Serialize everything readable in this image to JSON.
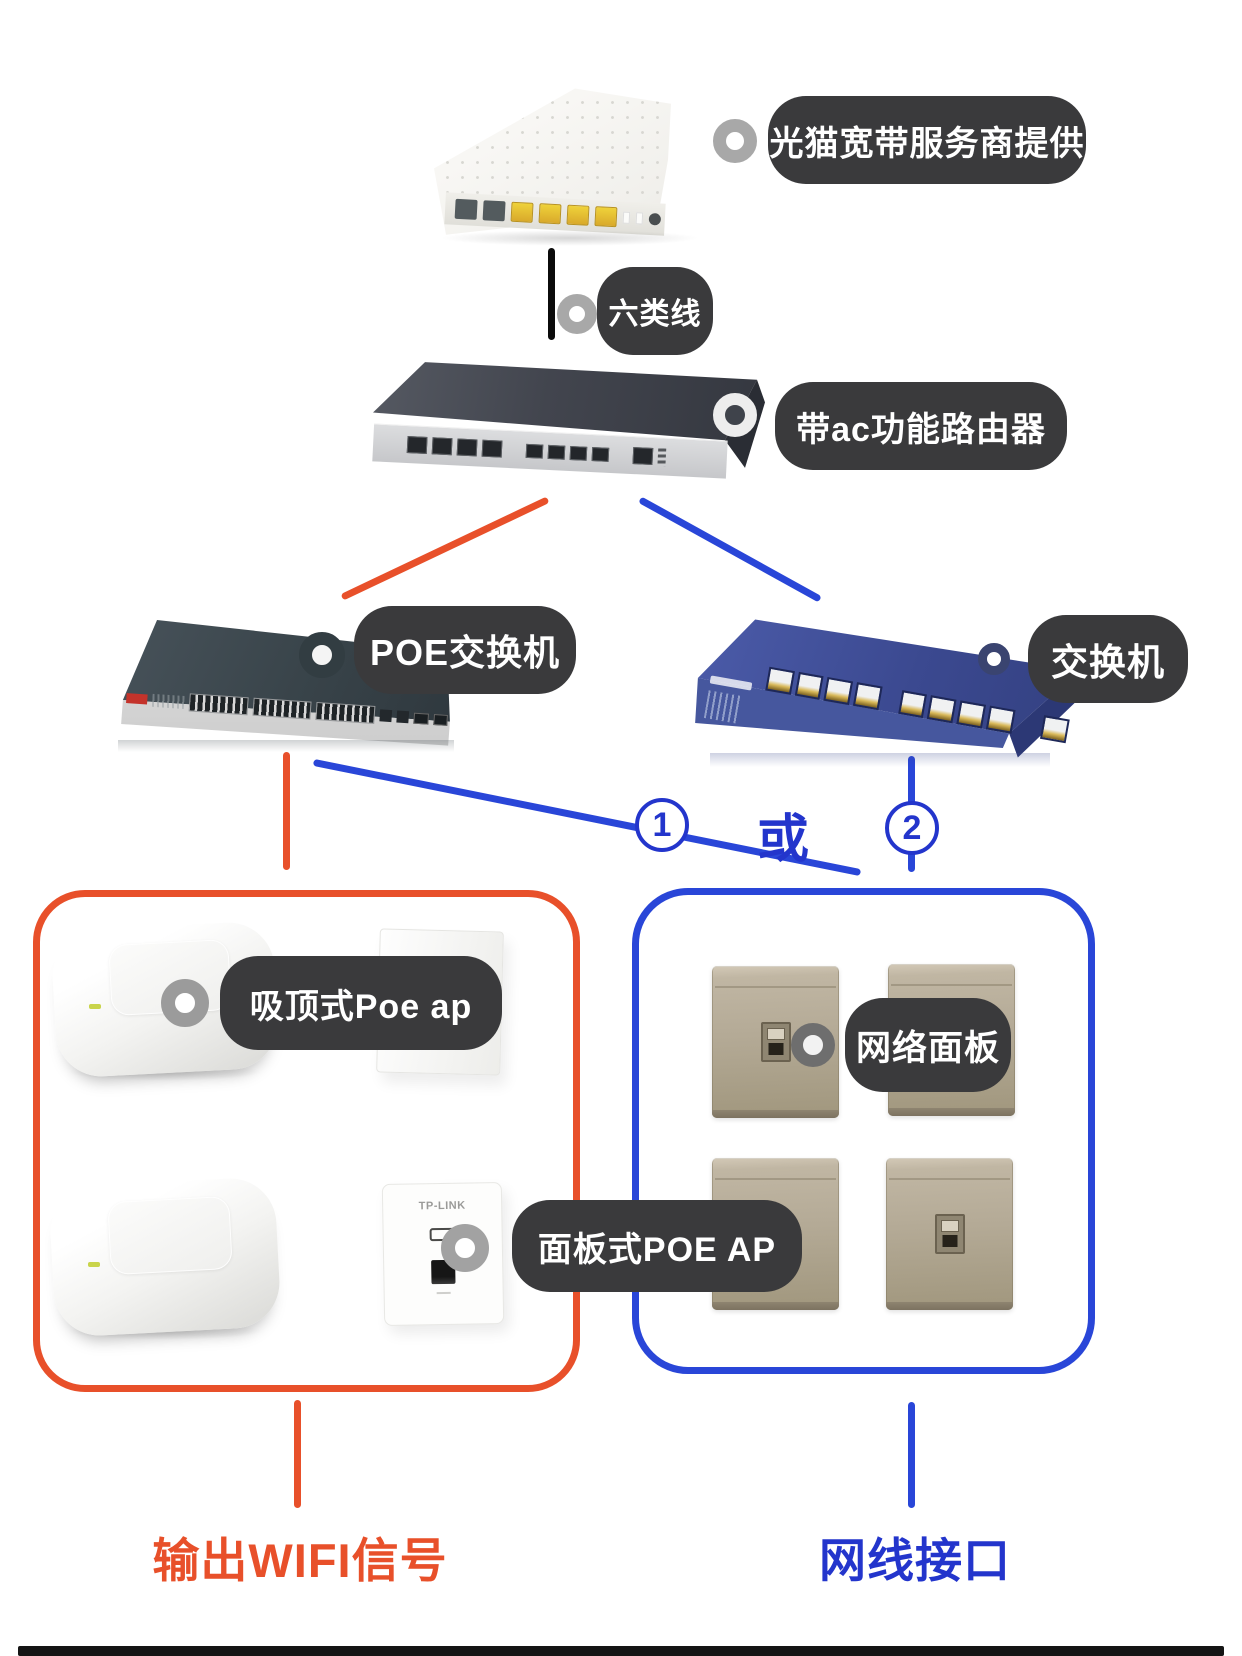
{
  "diagram": {
    "devices": {
      "modem_label": "光猫宽带服务商提供",
      "cat6_label": "六类线",
      "router_label": "带ac功能路由器",
      "poe_switch_label": "POE交换机",
      "switch_label": "交换机",
      "ceiling_ap_label": "吸顶式Poe ap",
      "panel_ap_label": "面板式POE AP",
      "wall_panel_label": "网络面板",
      "wall_ap_brand": "TP-LINK"
    },
    "connectors": {
      "option1_number": "1",
      "or_text": "或",
      "option2_number": "2"
    },
    "footer": {
      "wifi_output_label": "输出WIFI信号",
      "lan_port_label": "网线接口"
    },
    "colors": {
      "orange": "#E8502A",
      "blue": "#2946D8",
      "number_blue": "#2335CC",
      "pill_bg": "#3A3A3C",
      "pill_text": "#FFFFFF"
    },
    "icons": {
      "callout_marker": "ring-dot"
    }
  }
}
